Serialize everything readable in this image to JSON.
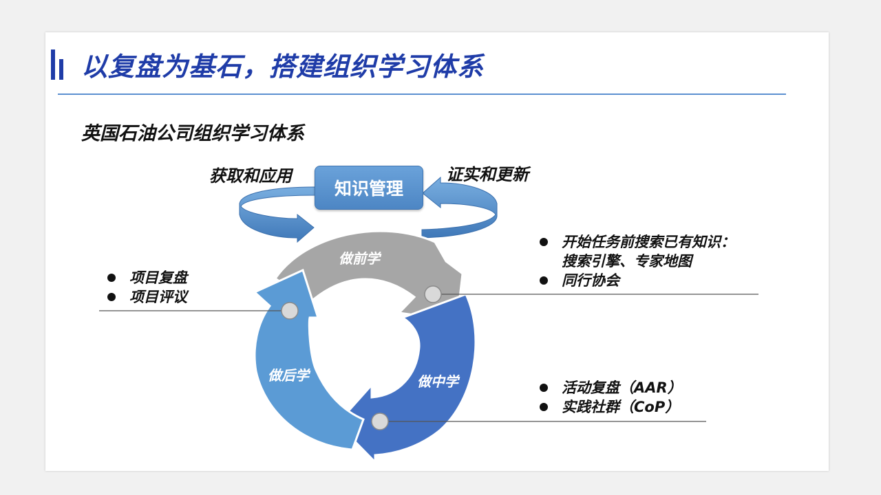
{
  "title": "以复盘为基石，搭建组织学习体系",
  "subtitle": "英国石油公司组织学习体系",
  "km_box": "知识管理",
  "top_left_label": "获取和应用",
  "top_right_label": "证实和更新",
  "cycle": {
    "before": "做前学",
    "during": "做中学",
    "after": "做后学"
  },
  "before_notes": {
    "line1": "开始任务前搜索已有知识：",
    "line2": "搜索引擎、专家地图",
    "line3": "同行协会"
  },
  "after_notes": [
    "项目复盘",
    "项目评议"
  ],
  "during_notes": [
    "活动复盘（AAR）",
    "实践社群（CoP）"
  ],
  "colors": {
    "title": "#1f3ca8",
    "before": "#a6a6a6",
    "during": "#4472c4",
    "after": "#5b9bd5",
    "ribbon": "#5b9bd5"
  }
}
